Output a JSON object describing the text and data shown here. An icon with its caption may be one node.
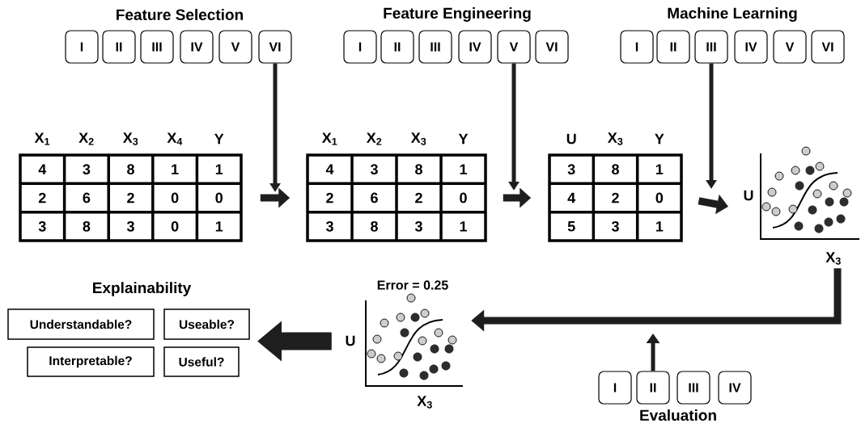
{
  "diagram": {
    "nodes": [
      {
        "text": [
          "I"
        ]
      },
      {
        "text": [
          "II"
        ]
      },
      {
        "text": [
          "III"
        ]
      },
      {
        "text": [
          "IV"
        ]
      },
      {
        "text": [
          "V"
        ]
      },
      {
        "text": [
          "VI"
        ]
      },
      {
        "text": [
          "I"
        ]
      },
      {
        "text": [
          "II"
        ]
      },
      {
        "text": [
          "III"
        ]
      },
      {
        "text": [
          "IV"
        ]
      },
      {
        "text": [
          "V"
        ]
      },
      {
        "text": [
          "VI"
        ]
      },
      {
        "text": [
          "I"
        ]
      },
      {
        "text": [
          "II"
        ]
      },
      {
        "text": [
          "III"
        ]
      },
      {
        "text": [
          "IV"
        ]
      },
      {
        "text": [
          "V"
        ]
      },
      {
        "text": [
          "VI"
        ]
      },
      {
        "text": [
          "X$_{1}$",
          "X$_{2}$",
          "X$_{3}$",
          "X$_{4}$",
          "Y",
          "4",
          "3",
          "8",
          "1",
          "1",
          "2",
          "6",
          "2",
          "0",
          "0",
          "3",
          "8",
          "3",
          "0",
          "1"
        ]
      },
      {
        "text": [
          "X$_{1}$",
          "X$_{2}$",
          "X$_{3}$",
          "Y",
          "4",
          "3",
          "8",
          "1",
          "2",
          "6",
          "2",
          "0",
          "3",
          "8",
          "3",
          "1"
        ]
      },
      {
        "text": [
          "U",
          "X$_{3}$",
          "Y",
          "3",
          "8",
          "1",
          "4",
          "2",
          "0",
          "5",
          "3",
          "1"
        ]
      },
      {
        "text": [
          "U",
          "X$_{3}$"
        ]
      },
      {
        "text": [
          "Error = 0.25",
          "U",
          "X$_{3}$"
        ]
      },
      {
        "text": [
          "Understandable?"
        ]
      },
      {
        "text": [
          "Useable?"
        ]
      },
      {
        "text": [
          "Interpretable?"
        ]
      },
      {
        "text": [
          "Useful?"
        ]
      },
      {
        "text": [
          "I"
        ]
      },
      {
        "text": [
          "II"
        ]
      },
      {
        "text": [
          "III"
        ]
      },
      {
        "text": [
          "IV"
        ]
      }
    ],
    "edges": [
      {
        "from": 5,
        "to": null,
        "arrow": "to"
      },
      {
        "from": 10,
        "to": null,
        "arrow": "to"
      },
      {
        "from": 14,
        "to": null,
        "arrow": "to"
      },
      {
        "from": 18,
        "to": 19,
        "arrow": "to"
      },
      {
        "from": 19,
        "to": 20,
        "arrow": "to"
      },
      {
        "from": 20,
        "to": 21,
        "arrow": "to"
      },
      {
        "from": 21,
        "to": 22,
        "arrow": "to"
      },
      {
        "from": 22,
        "to": null,
        "arrow": "to",
        "style": "thick"
      },
      {
        "from": 28,
        "to": null,
        "arrow": "to"
      }
    ],
    "labels": [
      "Feature Selection",
      "Feature Engineering",
      "Machine Learning",
      "Explainability",
      "Evaluation"
    ]
  }
}
